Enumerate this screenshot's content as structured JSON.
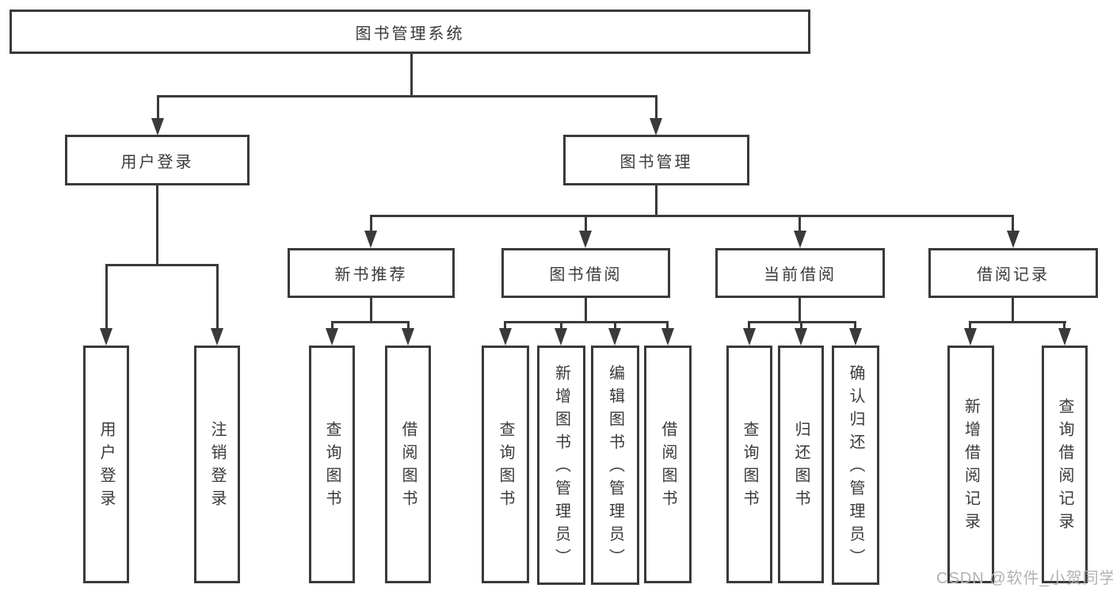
{
  "colors": {
    "line": "#3a3a3a",
    "text": "#3a3a3a",
    "box_bg": "#ffffff",
    "background": "#ffffff",
    "watermark": "#b2b2b2"
  },
  "watermark": "CSDN @软件_小贺同学",
  "tree": {
    "label": "图书管理系统",
    "children": [
      {
        "label": "用户登录",
        "children": [
          {
            "label": "用户登录"
          },
          {
            "label": "注销登录"
          }
        ]
      },
      {
        "label": "图书管理",
        "children": [
          {
            "label": "新书推荐",
            "children": [
              {
                "label": "查询图书"
              },
              {
                "label": "借阅图书"
              }
            ]
          },
          {
            "label": "图书借阅",
            "children": [
              {
                "label": "查询图书"
              },
              {
                "label": "新增图书（管理员）"
              },
              {
                "label": "编辑图书（管理员）"
              },
              {
                "label": "借阅图书"
              }
            ]
          },
          {
            "label": "当前借阅",
            "children": [
              {
                "label": "查询图书"
              },
              {
                "label": "归还图书"
              },
              {
                "label": "确认归还（管理员）"
              }
            ]
          },
          {
            "label": "借阅记录",
            "children": [
              {
                "label": "新增借阅记录"
              },
              {
                "label": "查询借阅记录"
              }
            ]
          }
        ]
      }
    ]
  }
}
